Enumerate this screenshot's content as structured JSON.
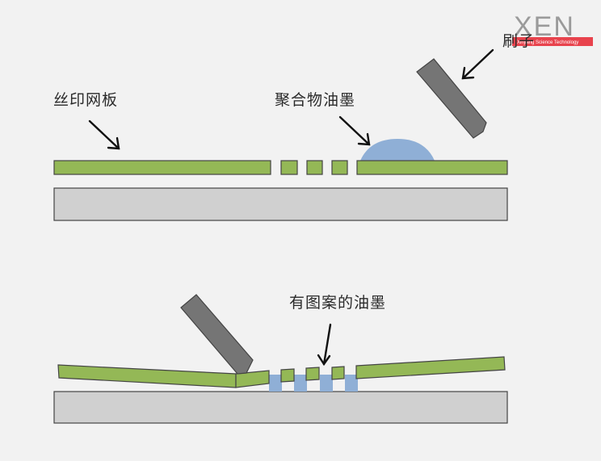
{
  "labels": {
    "screen": "丝印网板",
    "ink": "聚合物油墨",
    "squeegee": "刷子",
    "patterned_ink": "有图案的油墨"
  },
  "logo": {
    "brand": "XEN",
    "tagline": "Xinjiang Science Technology"
  },
  "colors": {
    "background": "#f2f2f2",
    "screen_green": "#94b856",
    "substrate_gray": "#d0d0d0",
    "ink_blue": "#8fafd6",
    "squeegee_gray": "#757575",
    "outline": "#444444",
    "logo_red": "#e8434d"
  }
}
